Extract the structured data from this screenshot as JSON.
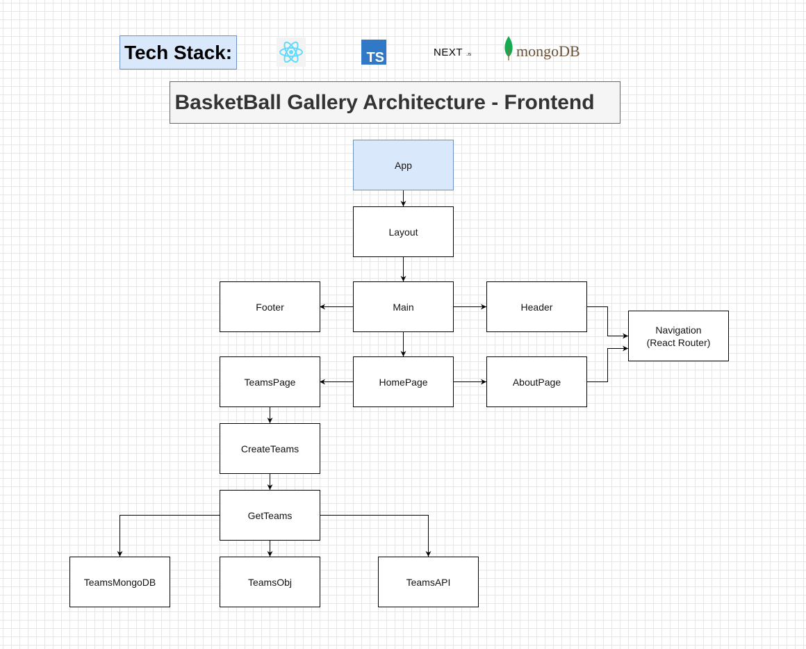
{
  "tech_stack": {
    "label": "Tech Stack:",
    "logos": [
      {
        "name": "react-logo",
        "icon": "react-atom-icon",
        "color": "#61dafb"
      },
      {
        "name": "typescript-logo",
        "text": "TS",
        "color": "#3178c6"
      },
      {
        "name": "nextjs-logo",
        "text": "NEXT",
        "suffix": ".JS",
        "color": "#000000"
      },
      {
        "name": "mongodb-logo",
        "text": "mongoDB",
        "leaf_color": "#13aa52",
        "text_color": "#6b5236"
      }
    ]
  },
  "title": "BasketBall Gallery Architecture - Frontend",
  "nodes": {
    "app": "App",
    "layout": "Layout",
    "main": "Main",
    "footer": "Footer",
    "header": "Header",
    "navigation": "Navigation\n(React Router)",
    "homepage": "HomePage",
    "teamspage": "TeamsPage",
    "aboutpage": "AboutPage",
    "createteams": "CreateTeams",
    "getteams": "GetTeams",
    "teamsmongodb": "TeamsMongoDB",
    "teamsobj": "TeamsObj",
    "teamsapi": "TeamsAPI"
  },
  "colors": {
    "highlight_fill": "#dae8fc",
    "highlight_stroke": "#6c8ebf",
    "title_fill": "#f5f5f5"
  }
}
